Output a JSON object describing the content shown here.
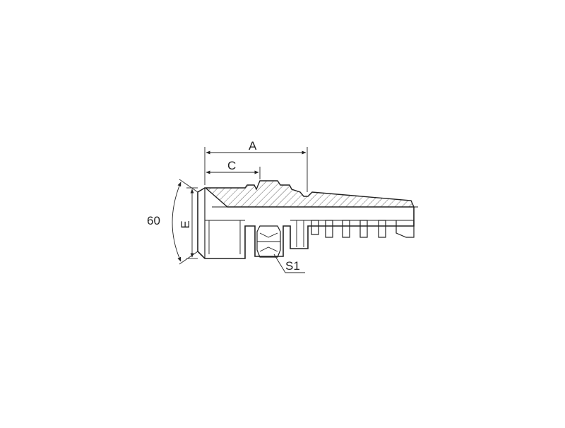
{
  "labels": {
    "dim_a": "A",
    "dim_c": "C",
    "dim_e": "E",
    "angle": "60",
    "hex": "S1"
  },
  "colors": {
    "line": "#222222",
    "background": "#ffffff"
  }
}
